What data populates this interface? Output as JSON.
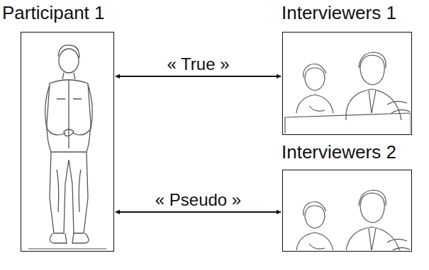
{
  "diagram": {
    "nodes": [
      {
        "text": [
          "Participant 1"
        ]
      },
      {
        "text": [
          "Interviewers 1"
        ]
      },
      {
        "text": [
          "Interviewers 2"
        ]
      }
    ],
    "edges": [
      {
        "from": 0,
        "to": 1,
        "label": "« True »",
        "arrow": "both"
      },
      {
        "from": 0,
        "to": 2,
        "label": "« Pseudo »",
        "arrow": "both"
      }
    ]
  }
}
